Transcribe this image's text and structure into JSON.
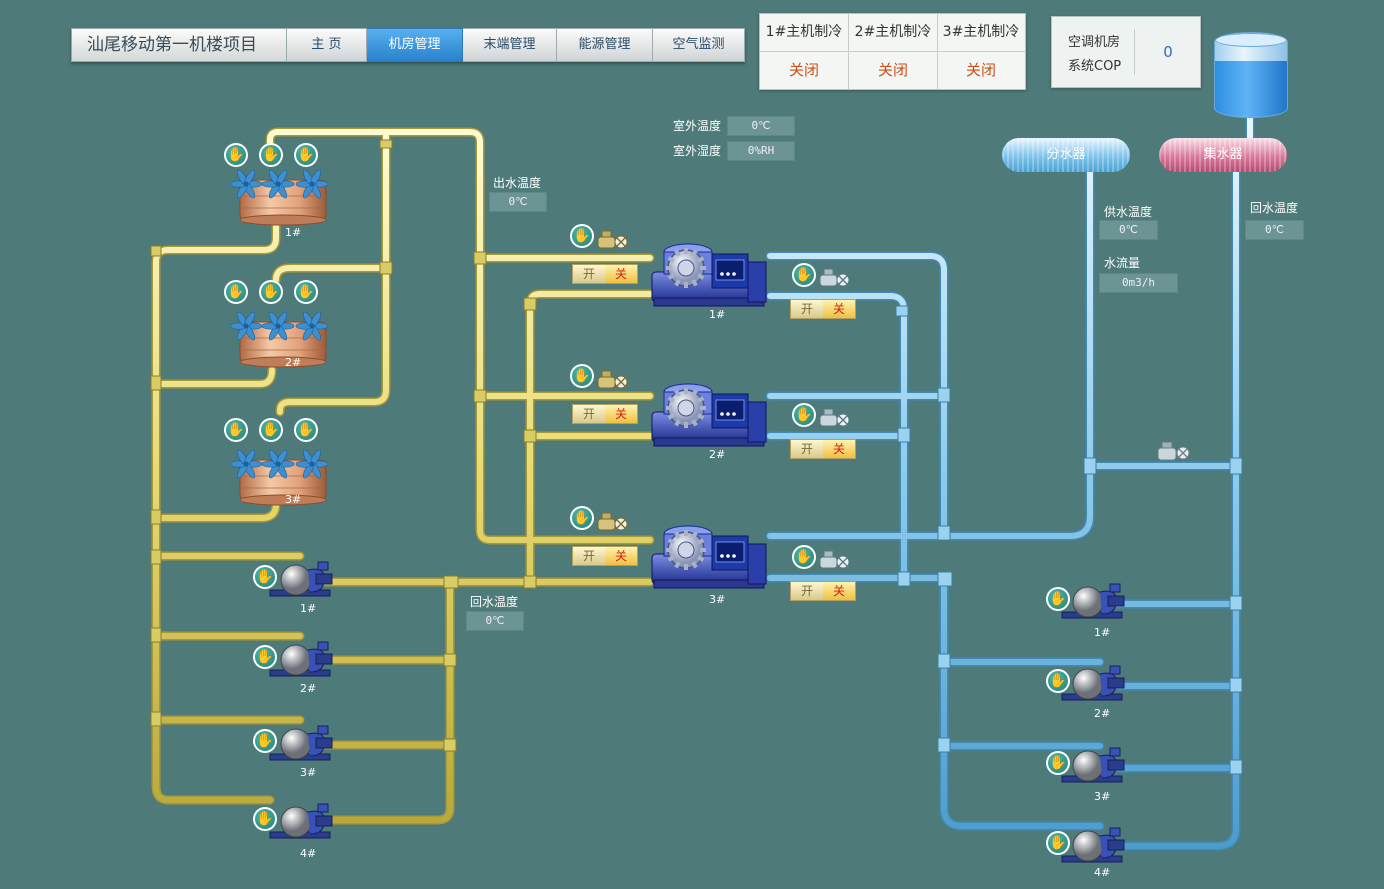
{
  "nav": {
    "title": "汕尾移动第一机楼项目",
    "tabs": [
      {
        "label": "主 页",
        "active": false
      },
      {
        "label": "机房管理",
        "active": true
      },
      {
        "label": "末端管理",
        "active": false
      },
      {
        "label": "能源管理",
        "active": false
      },
      {
        "label": "空气监测",
        "active": false
      }
    ]
  },
  "chillers_status": [
    {
      "label": "1#主机制冷",
      "value": "关闭"
    },
    {
      "label": "2#主机制冷",
      "value": "关闭"
    },
    {
      "label": "3#主机制冷",
      "value": "关闭"
    }
  ],
  "cop": {
    "label_line1": "空调机房",
    "label_line2": "系统COP",
    "value": "0"
  },
  "sensors": {
    "outdoor_temp": {
      "label": "室外温度",
      "value": "0℃"
    },
    "outdoor_humidity": {
      "label": "室外湿度",
      "value": "0%RH"
    },
    "outlet_temp": {
      "label": "出水温度",
      "value": "0℃"
    },
    "return_temp_cooling": {
      "label": "回水温度",
      "value": "0℃"
    },
    "supply_temp": {
      "label": "供水温度",
      "value": "0℃"
    },
    "water_flow": {
      "label": "水流量",
      "value": "0m3/h"
    },
    "return_temp_chilled": {
      "label": "回水温度",
      "value": "0℃"
    }
  },
  "manifolds": {
    "supply": "分水器",
    "return": "集水器"
  },
  "switch": {
    "on": "开",
    "off": "关"
  },
  "cooling_towers": [
    "1#",
    "2#",
    "3#"
  ],
  "chillers": [
    "1#",
    "2#",
    "3#"
  ],
  "cooling_pumps": [
    "1#",
    "2#",
    "3#",
    "4#"
  ],
  "chilled_pumps": [
    "1#",
    "2#",
    "3#",
    "4#"
  ],
  "colors": {
    "background": "#4f7a7a",
    "cooling_pipe": "#e2d66a",
    "chilled_pipe": "#8ccaea",
    "active_tab": "#2a82cc",
    "status_off": "#c8501a"
  }
}
